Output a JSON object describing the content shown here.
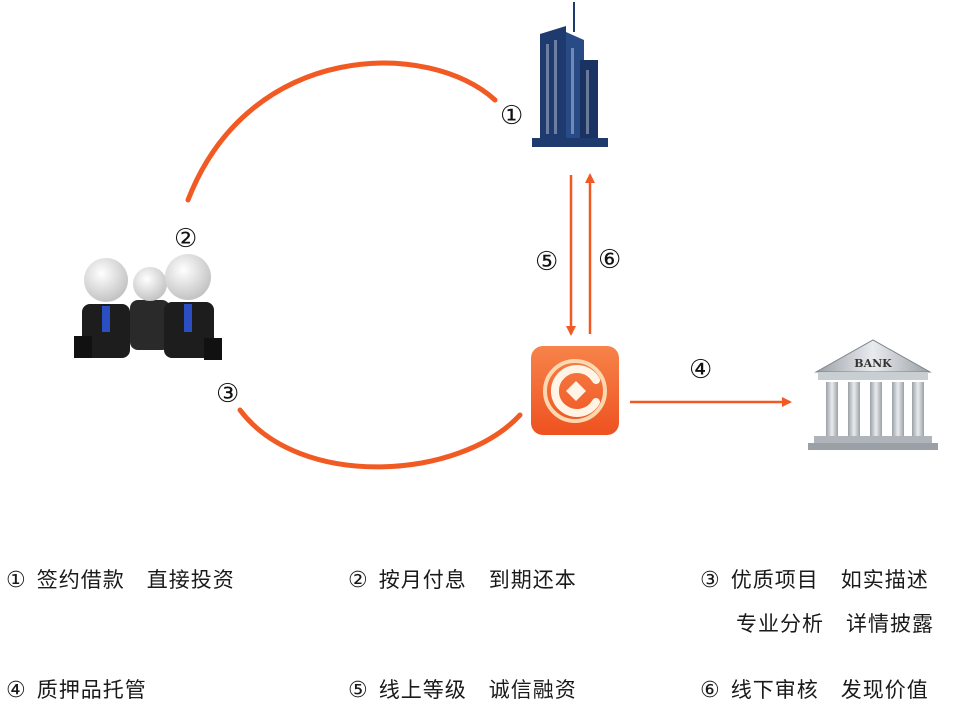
{
  "diagram": {
    "markers": [
      "①",
      "②",
      "③",
      "④",
      "⑤",
      "⑥"
    ],
    "bank_label": "BANK",
    "colors": {
      "arrow": "#f15a22",
      "building": "#1e3a6e",
      "app": "#f26b2f",
      "bank": "#b8bdc3"
    }
  },
  "legend": [
    {
      "marker": "①",
      "text1": "签约借款",
      "text2": "直接投资"
    },
    {
      "marker": "②",
      "text1": "按月付息",
      "text2": "到期还本"
    },
    {
      "marker": "③",
      "text1": "优质项目",
      "text2": "如实描述",
      "text3": "专业分析",
      "text4": "详情披露"
    },
    {
      "marker": "④",
      "text1": "质押品托管"
    },
    {
      "marker": "⑤",
      "text1": "线上等级",
      "text2": "诚信融资"
    },
    {
      "marker": "⑥",
      "text1": "线下审核",
      "text2": "发现价值"
    }
  ]
}
